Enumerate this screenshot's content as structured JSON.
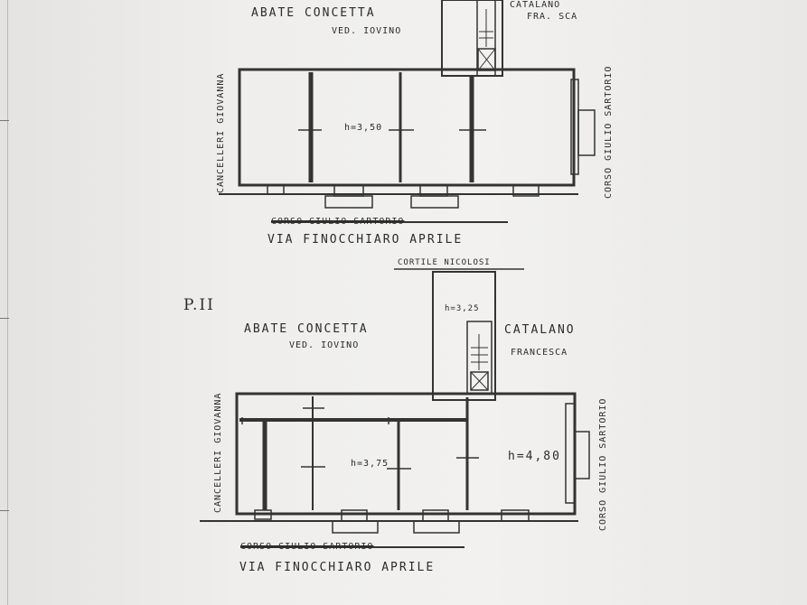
{
  "floor_plan_1": {
    "owner_name": "ABATE CONCETTA",
    "owner_sub": "VED. IOVINO",
    "neighbor_top": "CATALANO",
    "neighbor_sub": "FRA. SCA",
    "left_street": "CANCELLERI GIOVANNA",
    "right_street": "CORSO GIULIO SARTORIO",
    "height_label": "h=3,50",
    "street_old": "CORSO GIULIO SARTORIO",
    "street_new": "VIA FINOCCHIARO APRILE"
  },
  "floor_plan_2": {
    "floor_label": "P.II",
    "courtyard": "CORTILE NICOLOSI",
    "owner_name": "ABATE CONCETTA",
    "owner_sub": "VED. IOVINO",
    "neighbor_name": "CATALANO",
    "neighbor_sub": "FRANCESCA",
    "left_street": "CANCELLERI GIOVANNA",
    "right_street": "CORSO GIULIO SARTORIO",
    "height_stair": "h=3,25",
    "height_main": "h=3,75",
    "height_right": "h=4,80",
    "street_old": "CORSO GIULIO SARTORIO",
    "street_new": "VIA FINOCCHIARO APRILE"
  }
}
